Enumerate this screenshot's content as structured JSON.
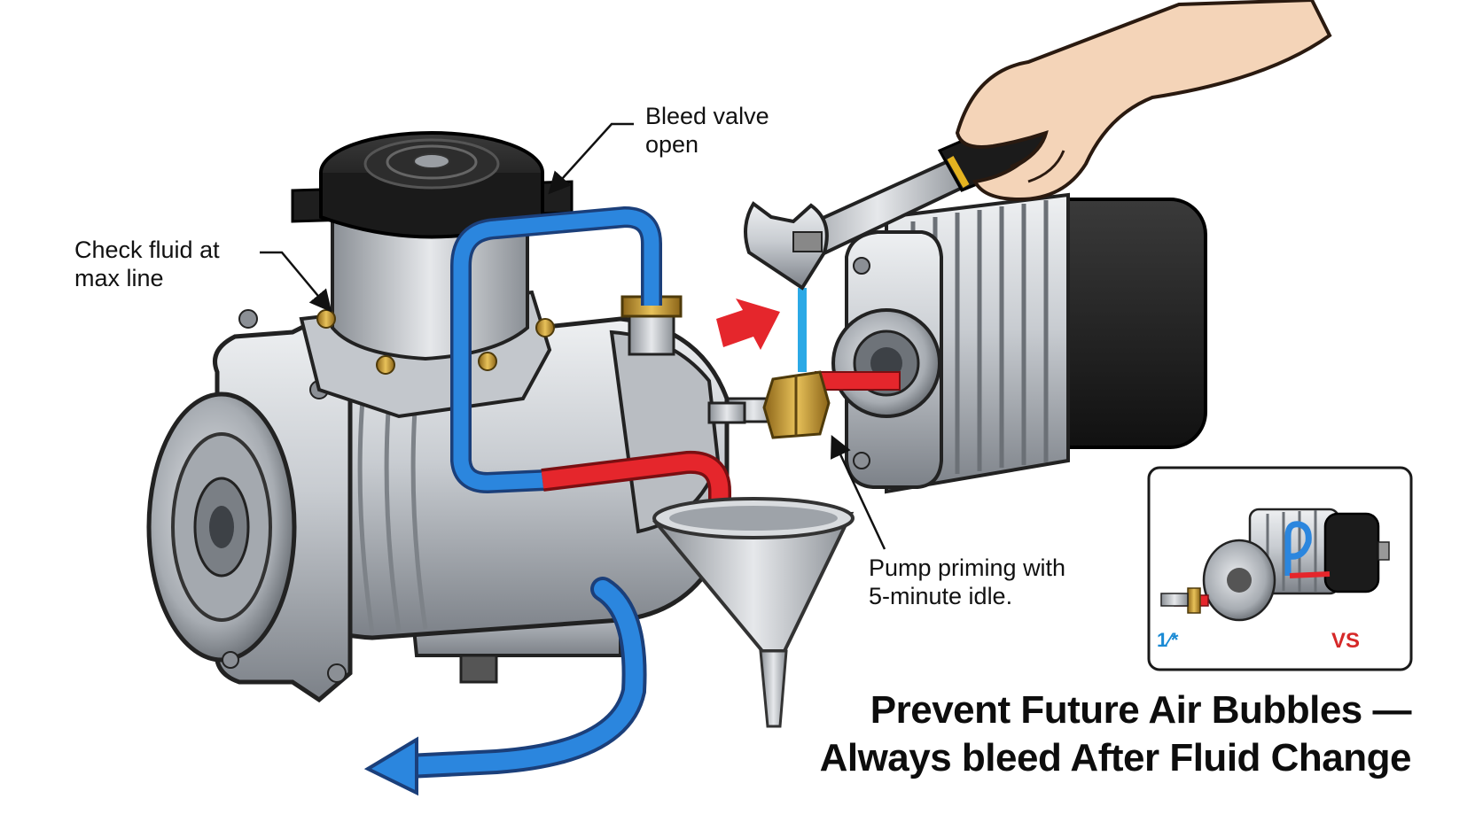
{
  "callouts": {
    "bleed_valve": "Bleed valve\nopen",
    "check_fluid": "Check fluid at\nmax line",
    "pump_priming": "Pump priming with\n5-minute idle."
  },
  "title": {
    "line1": "Prevent Future Air Bubbles —",
    "line2": "Always bleed After Fluid Change"
  },
  "inset": {
    "left_label": "1⁄*",
    "right_label": "VS"
  },
  "colors": {
    "cool_line": "#2b86de",
    "hot_line": "#e5262c",
    "arrow": "#e5262c",
    "brass": "#c9962e",
    "body_metal": "#c9ccd0",
    "motor_cap": "#1c1c1c"
  },
  "icons": {
    "tool": "adjustable-wrench-icon",
    "hand": "hand-icon",
    "funnel": "funnel-icon",
    "direction": "red-arrow-icon"
  }
}
